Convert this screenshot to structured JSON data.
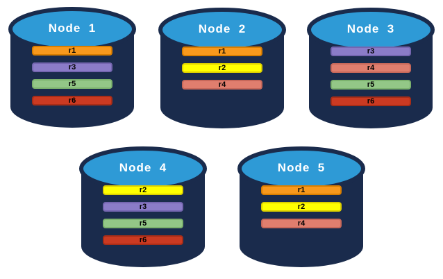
{
  "background": "#ffffff",
  "palette": {
    "cylinder_body": "#1A2B4C",
    "cylinder_top": "#2E9AD6",
    "title_color": "#ffffff",
    "bar_text_color": "#000000"
  },
  "replica_colors": {
    "r1": {
      "fill": "#F8991D",
      "border": "#D97E00"
    },
    "r2": {
      "fill": "#FFFF00",
      "border": "#DCCF00"
    },
    "r3": {
      "fill": "#8B7CC8",
      "border": "#7566B0"
    },
    "r4": {
      "fill": "#E07E6E",
      "border": "#C7685A"
    },
    "r5": {
      "fill": "#93C787",
      "border": "#7CB26E"
    },
    "r6": {
      "fill": "#CB3A22",
      "border": "#A92D17"
    }
  },
  "nodes": [
    {
      "id": "node-1",
      "label": "Node  1",
      "replicas": [
        "r1",
        "r3",
        "r5",
        "r6"
      ]
    },
    {
      "id": "node-2",
      "label": "Node  2",
      "replicas": [
        "r1",
        "r2",
        "r4"
      ]
    },
    {
      "id": "node-3",
      "label": "Node  3",
      "replicas": [
        "r3",
        "r4",
        "r5",
        "r6"
      ]
    },
    {
      "id": "node-4",
      "label": "Node  4",
      "replicas": [
        "r2",
        "r3",
        "r5",
        "r6"
      ]
    },
    {
      "id": "node-5",
      "label": "Node  5",
      "replicas": [
        "r1",
        "r2",
        "r4"
      ]
    }
  ]
}
